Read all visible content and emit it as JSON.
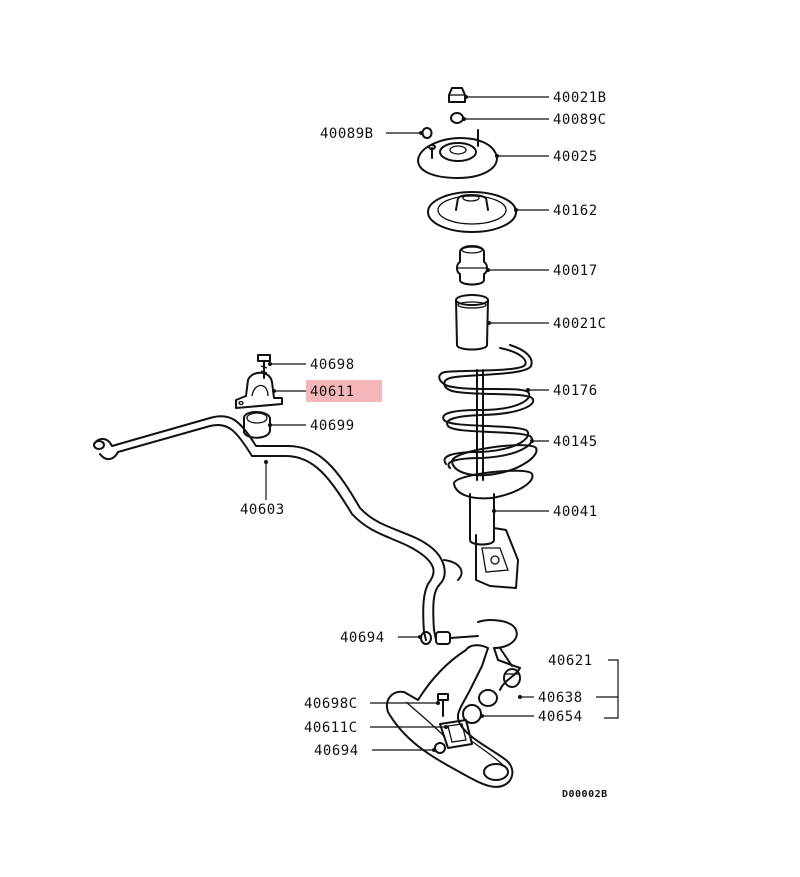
{
  "colors": {
    "highlight": "#f4b6b9",
    "ink": "#111111",
    "background": "#ffffff"
  },
  "labels": {
    "p40021b": "40021B",
    "p40089c": "40089C",
    "p40089b": "40089B",
    "p40025": "40025",
    "p40162": "40162",
    "p40017": "40017",
    "p40021c": "40021C",
    "p40698": "40698",
    "p40611": "40611",
    "p40176": "40176",
    "p40699": "40699",
    "p40145": "40145",
    "p40603": "40603",
    "p40041": "40041",
    "p40694_upper": "40694",
    "p40621": "40621",
    "p40638": "40638",
    "p40698c": "40698C",
    "p40654": "40654",
    "p40611c": "40611C",
    "p40694_lower": "40694"
  },
  "highlighted_part": "40611",
  "drawing_ref": "D00002B"
}
